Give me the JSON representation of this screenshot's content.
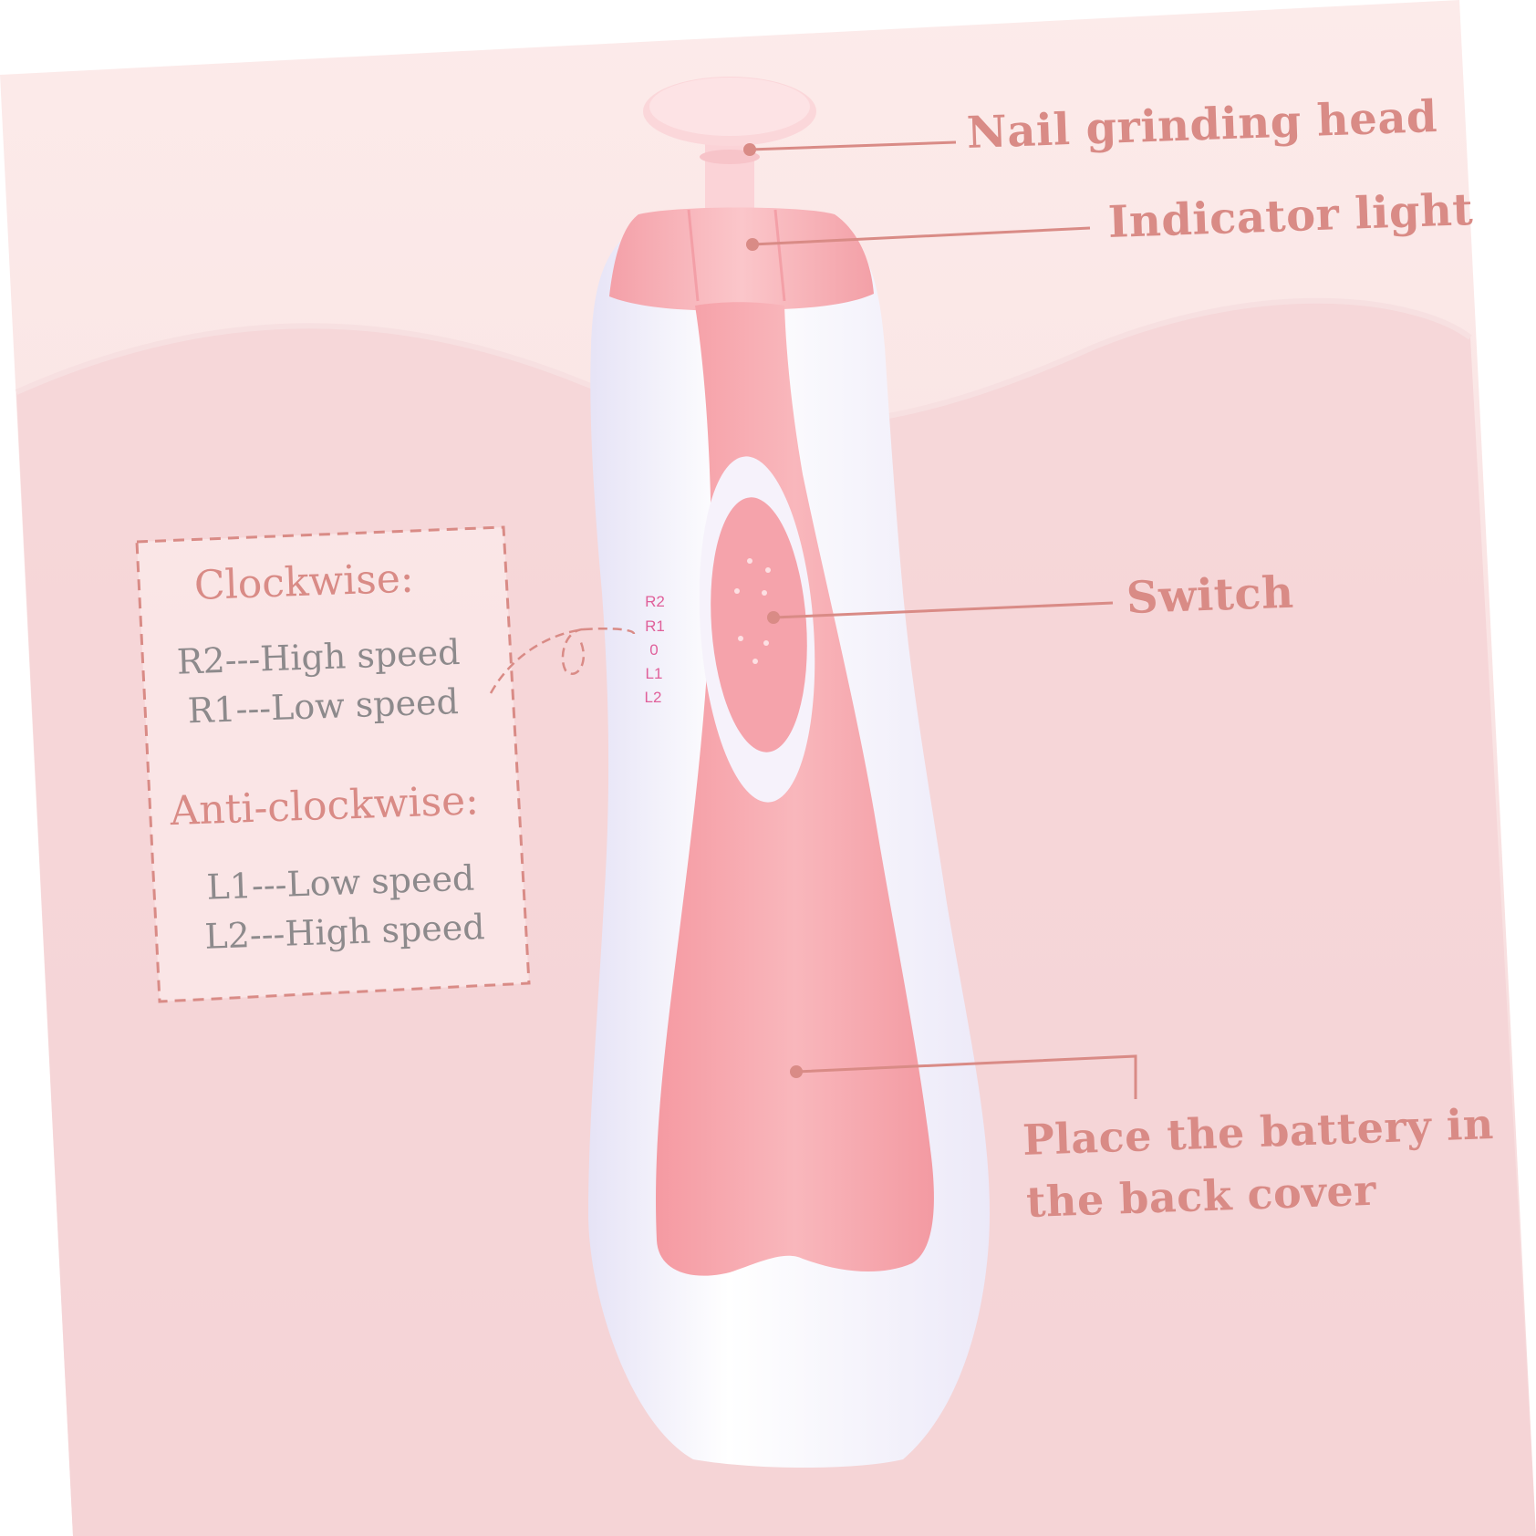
{
  "callouts": {
    "grinding_head": "Nail grinding head",
    "indicator": "Indicator light",
    "switch": "Switch",
    "battery_line1": "Place the battery in",
    "battery_line2": "the back cover"
  },
  "speed_box": {
    "clockwise_title": "Clockwise:",
    "clockwise_lines": [
      "R2---High speed",
      "R1---Low speed"
    ],
    "anticlockwise_title": "Anti-clockwise:",
    "anticlockwise_lines": [
      "L1---Low speed",
      "L2---High speed"
    ]
  },
  "dial_marks": [
    "R2",
    "R1",
    "0",
    "L1",
    "L2"
  ],
  "colors": {
    "accent_text": "#d98b86",
    "body_pink": "#f7aeb4",
    "body_white": "#f4f0fb",
    "background": "#f9e3e4",
    "dial_text": "#e0609a"
  }
}
